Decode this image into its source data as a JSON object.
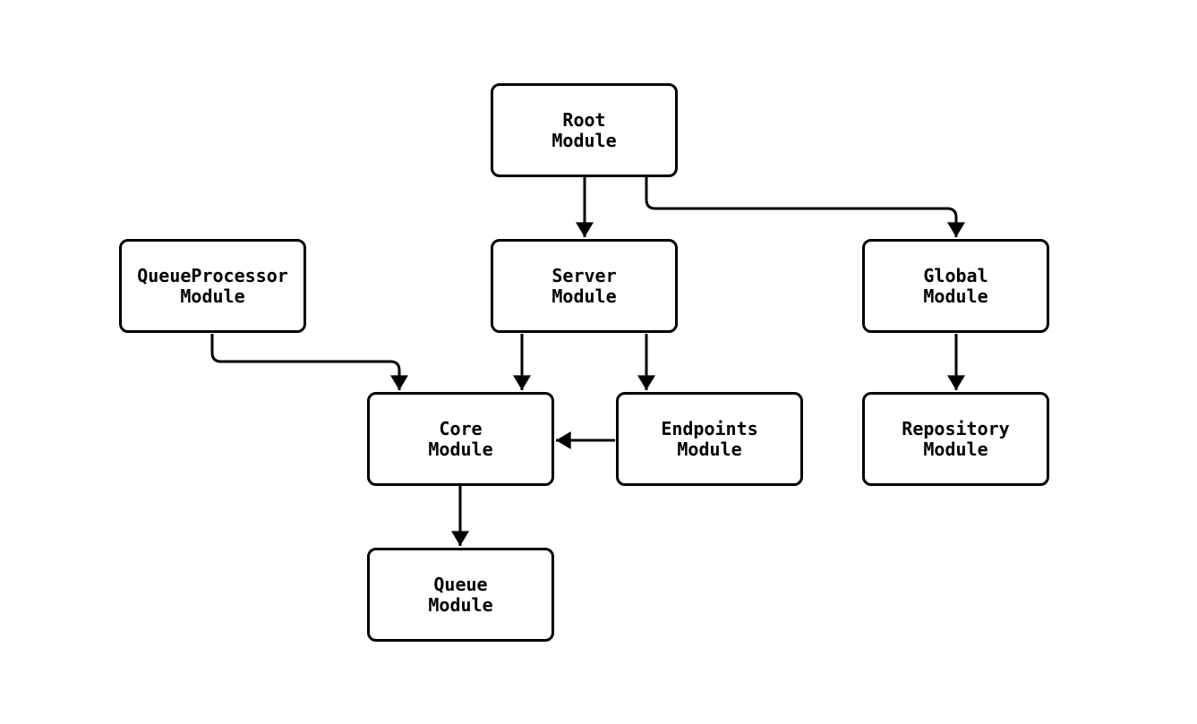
{
  "diagram": {
    "type": "module-dependency-graph",
    "colors": {
      "background": "#ffffff",
      "node_fill": "#ffffff",
      "node_border": "#000000",
      "edge_line": "#000000",
      "text": "#000000"
    },
    "nodes": {
      "root": {
        "label": "Root\nModule"
      },
      "queueprocessor": {
        "label": "QueueProcessor\nModule"
      },
      "server": {
        "label": "Server\nModule"
      },
      "global": {
        "label": "Global\nModule"
      },
      "core": {
        "label": "Core\nModule"
      },
      "endpoints": {
        "label": "Endpoints\nModule"
      },
      "repository": {
        "label": "Repository\nModule"
      },
      "queue": {
        "label": "Queue\nModule"
      }
    },
    "edges": [
      {
        "from": "Root Module",
        "to": "Server Module"
      },
      {
        "from": "Root Module",
        "to": "Global Module"
      },
      {
        "from": "QueueProcessor Module",
        "to": "Core Module"
      },
      {
        "from": "Server Module",
        "to": "Core Module"
      },
      {
        "from": "Server Module",
        "to": "Endpoints Module"
      },
      {
        "from": "Endpoints Module",
        "to": "Core Module"
      },
      {
        "from": "Global Module",
        "to": "Repository Module"
      },
      {
        "from": "Core Module",
        "to": "Queue Module"
      }
    ]
  }
}
